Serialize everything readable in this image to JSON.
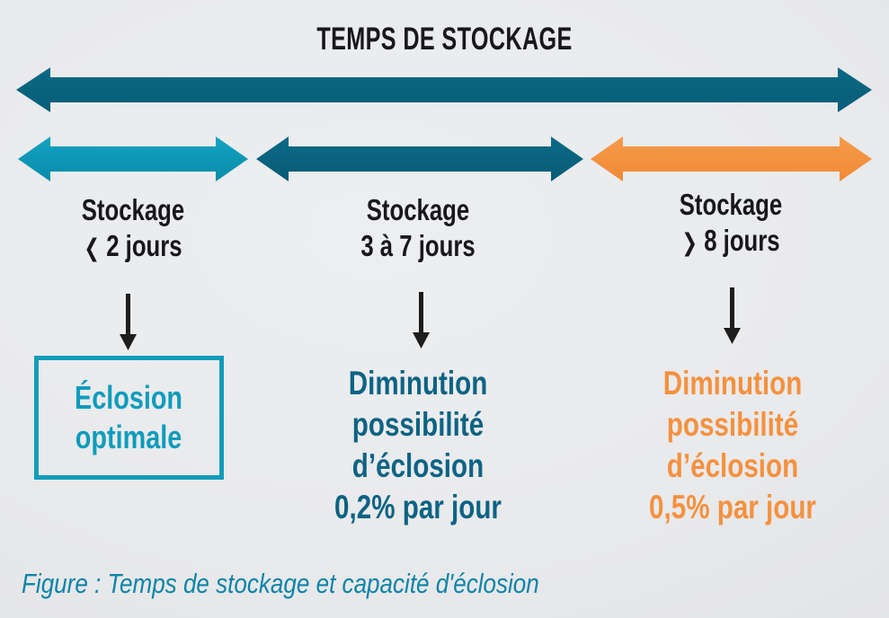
{
  "figure": {
    "title": "TEMPS DE STOCKAGE",
    "caption": "Figure : Temps de stockage et capacité d'éclosion",
    "background_color": "#e8e9eb"
  },
  "colors": {
    "teal_light": "#0f9cbb",
    "teal_dark": "#0d6383",
    "orange": "#f4913f",
    "caption_teal": "#0d84a8",
    "text_dark": "#18181a"
  },
  "timeline": {
    "overall_arrow_name": "temps-de-stockage",
    "overall_arrow_color": "#0d6383",
    "overall_arrow_direction": "double"
  },
  "chart_data": {
    "type": "diagram",
    "title": "TEMPS DE STOCKAGE",
    "caption": "Figure : Temps de stockage et capacité d'éclosion",
    "categories": [
      "Stockage ‹ 2 jours",
      "Stockage 3 à 7 jours",
      "Stockage › 8 jours"
    ],
    "segments": [
      {
        "label_line1": "Stockage",
        "label_line2_prefix": "❮",
        "label_line2": "2 jours",
        "days_min": 0,
        "days_max": 2,
        "color": "#0f9cbb",
        "outcome": "Éclosion optimale",
        "loss_per_day_percent": 0
      },
      {
        "label_line1": "Stockage",
        "label_line2_prefix": "",
        "label_line2": "3 à 7 jours",
        "days_min": 3,
        "days_max": 7,
        "color": "#0d6383",
        "outcome": "Diminution possibilité d’éclosion 0,2% par jour",
        "loss_per_day_percent": 0.2
      },
      {
        "label_line1": "Stockage",
        "label_line2_prefix": "❯",
        "label_line2": "8 jours",
        "days_min": 8,
        "days_max": null,
        "color": "#f4913f",
        "outcome": "Diminution possibilité d’éclosion 0,5% par jour",
        "loss_per_day_percent": 0.5
      }
    ]
  },
  "columns": {
    "one": {
      "label_line1": "Stockage",
      "chevron": "❮",
      "label_line2": "2 jours",
      "result_line1": "Éclosion",
      "result_line2": "optimale"
    },
    "two": {
      "label_line1": "Stockage",
      "label_line2": "3 à 7 jours",
      "result_line1": "Diminution",
      "result_line2": "possibilité",
      "result_line3": "d’éclosion",
      "result_line4": "0,2% par jour"
    },
    "three": {
      "label_line1": "Stockage",
      "chevron": "❯",
      "label_line2": "8 jours",
      "result_line1": "Diminution",
      "result_line2": "possibilité",
      "result_line3": "d’éclosion",
      "result_line4": "0,5% par jour"
    }
  }
}
